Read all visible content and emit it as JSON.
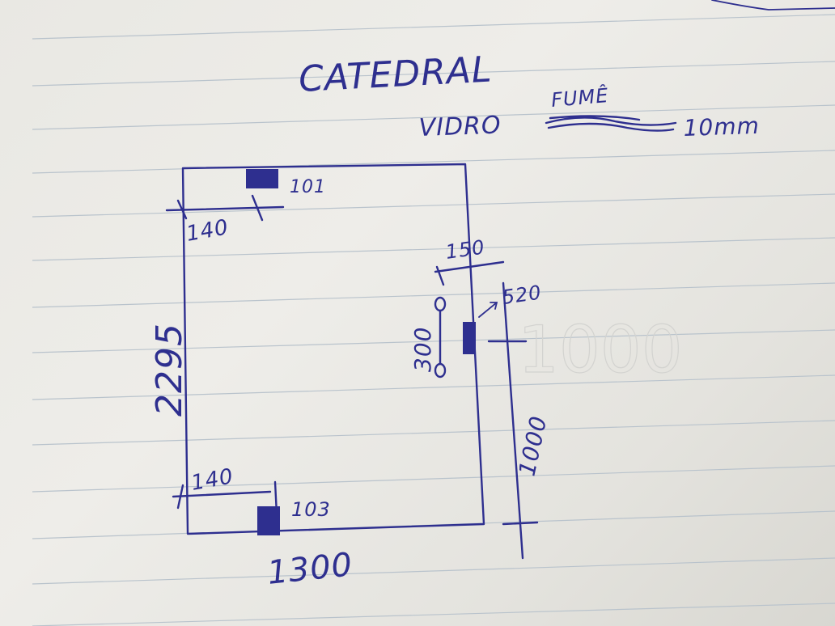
{
  "title": "CATEDRAL",
  "material": {
    "line1": "VIDRO",
    "line2": "FUMÊ",
    "thickness": "10mm"
  },
  "dimensions": {
    "height": "2295",
    "width": "1300",
    "hinge_top_label": "101",
    "hinge_top_offset": "140",
    "hinge_bottom_label": "103",
    "hinge_bottom_offset": "140",
    "handle_offset": "150",
    "handle_length": "300",
    "lock_label": "520",
    "lock_height": "1000"
  },
  "colors": {
    "ink": "#2e2f8f",
    "paper": "#eceae6",
    "rule": "#b9c3cc"
  }
}
